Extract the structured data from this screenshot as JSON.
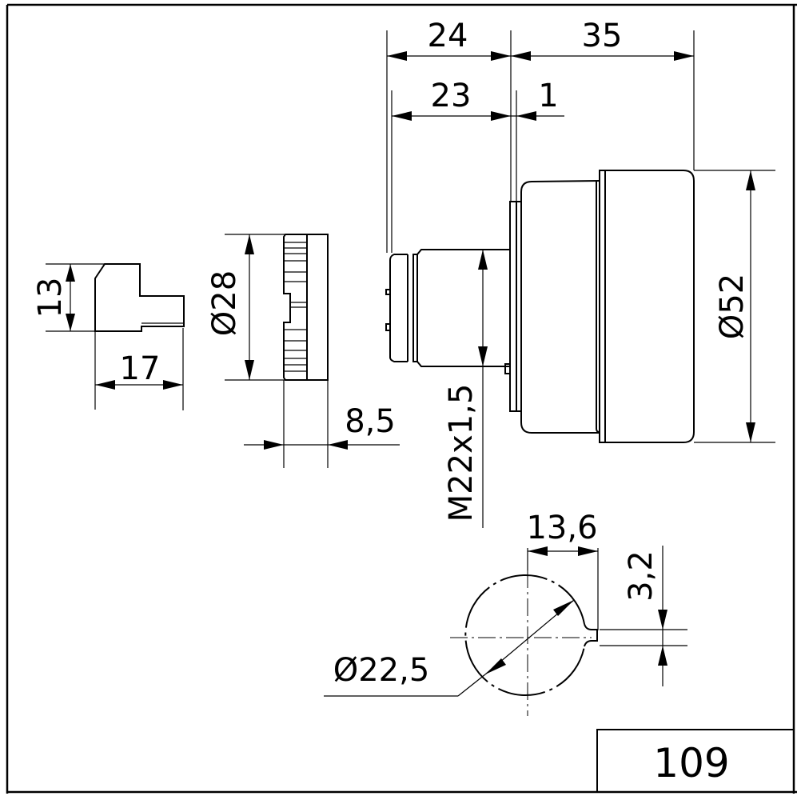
{
  "drawing": {
    "page_number": "109",
    "dimensions": {
      "top_left_length": "24",
      "top_right_length": "35",
      "inner_left_length": "23",
      "gap_length": "1",
      "housing_diameter": "Ø52",
      "thread_spec": "M22x1,5",
      "ring_diameter": "Ø28",
      "ring_thickness": "8,5",
      "key_height": "13",
      "key_length": "17",
      "cutout_width": "13,6",
      "cutout_slot": "3,2",
      "cutout_diameter": "Ø22,5"
    }
  }
}
